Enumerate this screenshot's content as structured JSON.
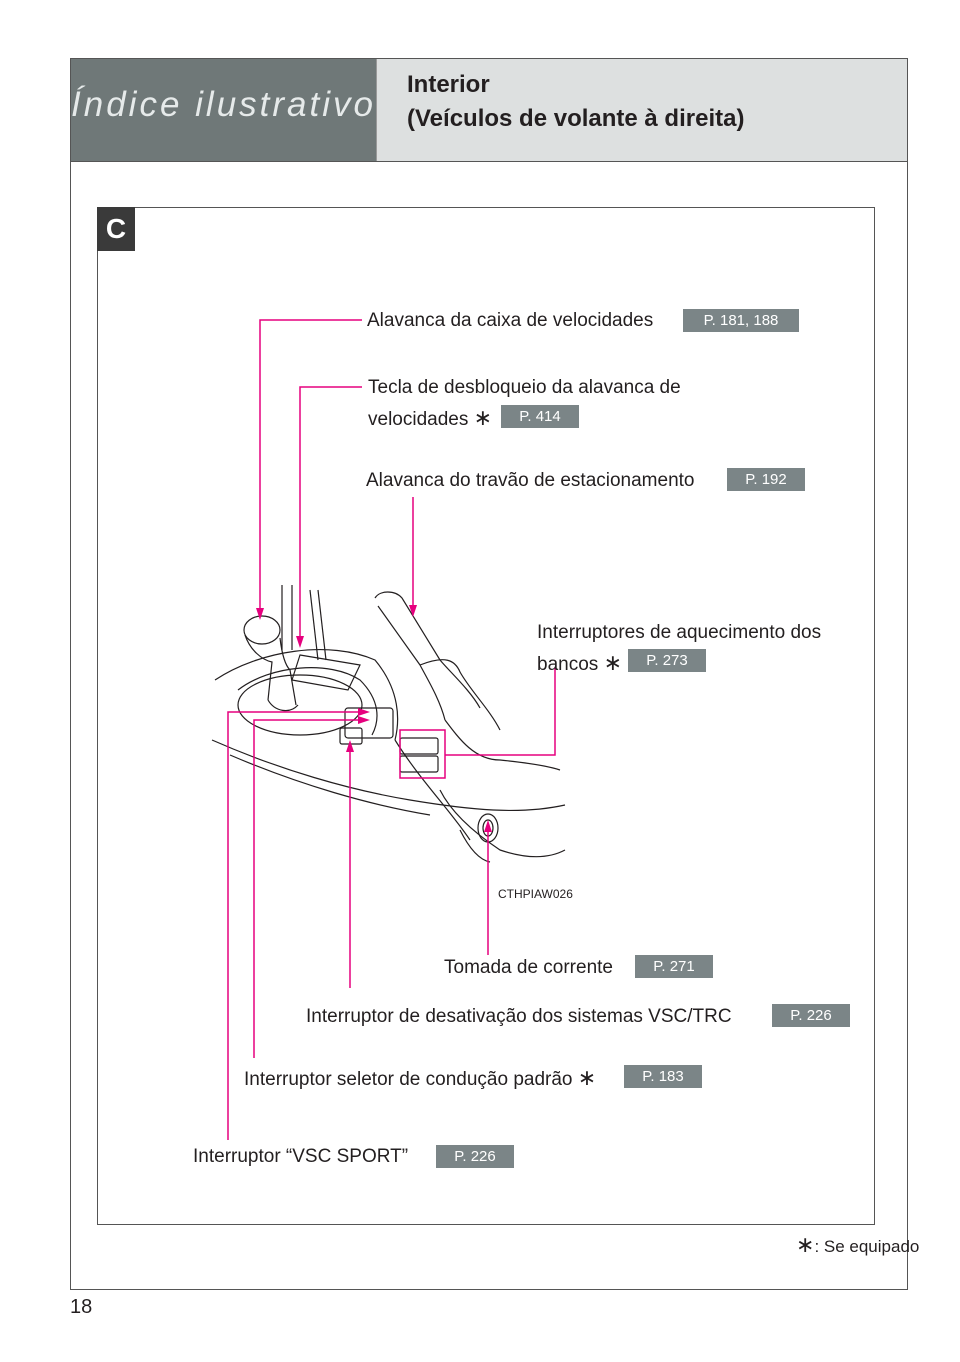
{
  "header": {
    "section": "Índice ilustrativo",
    "title_line1": "Interior",
    "title_line2": "(Veículos de volante à direita)"
  },
  "panel_badge": "C",
  "callouts": {
    "gear_lever": {
      "label": "Alavanca da caixa de velocidades",
      "page": "P. 181, 188"
    },
    "shift_lock": {
      "label_line1": "Tecla de desbloqueio da alavanca de",
      "label_line2": "velocidades",
      "page": "P. 414"
    },
    "parking_brake": {
      "label": "Alavanca do travão de estacionamento",
      "page": "P. 192"
    },
    "seat_heater": {
      "label_line1": "Interruptores de aquecimento dos",
      "label_line2": "bancos",
      "page": "P. 273"
    },
    "power_outlet": {
      "label": "Tomada de corrente",
      "page": "P. 271"
    },
    "vsc_trc_off": {
      "label": "Interruptor de desativação dos sistemas VSC/TRC",
      "page": "P. 226"
    },
    "drive_mode": {
      "label": "Interruptor seletor de condução padrão",
      "page": "P. 183"
    },
    "vsc_sport": {
      "label": "Interruptor “VSC SPORT”",
      "page": "P. 226"
    }
  },
  "asterisk": "∗",
  "image_code": "CTHPIAW026",
  "footnote": ": Se equipado",
  "page_number": "18",
  "colors": {
    "callout_line": "#e6007e",
    "page_badge": "#7b8587",
    "header_dark": "#6f7878",
    "header_light": "#dde0e0"
  }
}
